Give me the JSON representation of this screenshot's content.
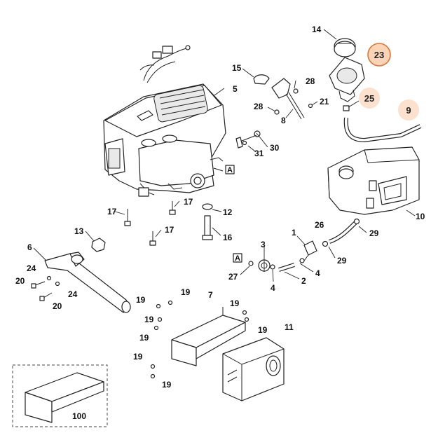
{
  "labels": {
    "l1": "1",
    "l2": "2",
    "l3": "3",
    "l4a": "4",
    "l4b": "4",
    "l5": "5",
    "l6": "6",
    "l7": "7",
    "l8": "8",
    "l10": "10",
    "l11": "11",
    "l12": "12",
    "l13": "13",
    "l14": "14",
    "l15": "15",
    "l16": "16",
    "l17a": "17",
    "l17b": "17",
    "l17c": "17",
    "l19a": "19",
    "l19b": "19",
    "l19c": "19",
    "l19d": "19",
    "l19e": "19",
    "l19f": "19",
    "l19g": "19",
    "l19h": "19",
    "l20a": "20",
    "l20b": "20",
    "l21": "21",
    "l24a": "24",
    "l24b": "24",
    "l26": "26",
    "l27": "27",
    "l28a": "28",
    "l28b": "28",
    "l29a": "29",
    "l29b": "29",
    "l30": "30",
    "l31": "31",
    "l100": "100"
  },
  "highlighted": {
    "h23": "23",
    "h25": "25",
    "h9": "9"
  },
  "refs": {
    "a1": "A",
    "a2": "A"
  },
  "colors": {
    "highlight_strong_fill": "#fbd3b6",
    "highlight_strong_stroke": "#d9763a",
    "highlight_light_fill": "#fde1cf",
    "line": "#222222"
  }
}
